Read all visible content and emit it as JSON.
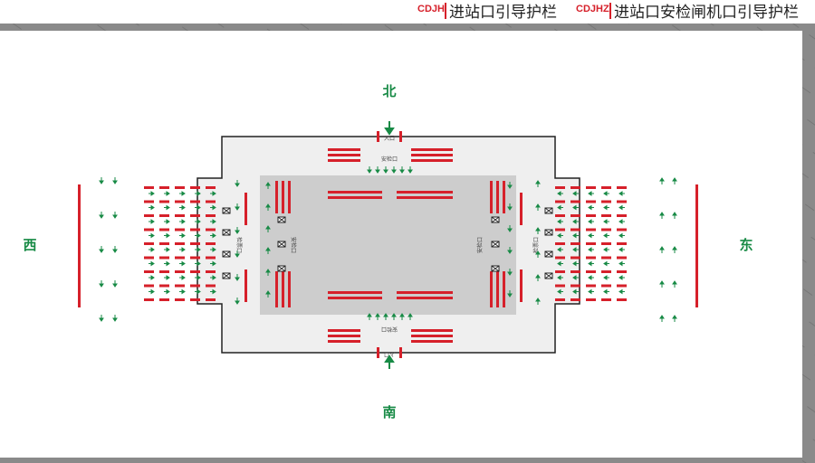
{
  "legend": [
    {
      "code": "CDJH",
      "text": "进站口引导护栏"
    },
    {
      "code": "CDJHZ",
      "text": "进站口安检闸机口引导护栏"
    }
  ],
  "directions": {
    "north": "北",
    "south": "南",
    "west": "西",
    "east": "东"
  },
  "gate_labels": {
    "north": "入口",
    "south": "入口",
    "north_check": "安检口",
    "south_check": "安检口",
    "west_outer": "检票口",
    "west_inner": "安检口",
    "east_inner": "安检口",
    "east_outer": "检票口"
  },
  "colors": {
    "barrier": "#d6202a",
    "arrow": "#178a45",
    "hall_outer": "#efefef",
    "hall_inner": "#cdcdcd",
    "border": "#808080"
  }
}
